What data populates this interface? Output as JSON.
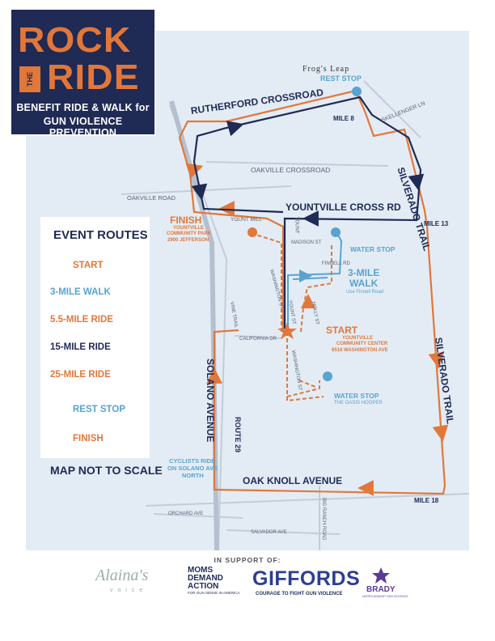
{
  "title": {
    "line1": "ROCK",
    "the": "THE",
    "line2": "RIDE",
    "subtitle1": "BENEFIT RIDE & WALK for",
    "subtitle2": "GUN VIOLENCE PREVENTION"
  },
  "legend": {
    "title": "EVENT ROUTES",
    "start": "START",
    "walk3": "3-MILE WALK",
    "ride55": "5.5-MILE RIDE",
    "ride15": "15-MILE RIDE",
    "ride25": "25-MILE RIDE",
    "rest_stop": "REST STOP",
    "finish": "FINISH",
    "note": "MAP NOT TO SCALE"
  },
  "colors": {
    "navy": "#1f2a55",
    "orange": "#e2773a",
    "blue": "#5aa3cf",
    "map_bg": "#e3ecf4",
    "road": "#c3ccd8"
  },
  "map_labels": {
    "frogs_leap": "Frog's Leap",
    "rest_stop": "REST STOP",
    "rutherford": "RUTHERFORD CROSSROAD",
    "mile8": "MILE 8",
    "skellenger": "SKELLENGER LN",
    "silverado_upper": "SILVERADO TRAIL",
    "oakville_cross": "OAKVILLE CROSSROAD",
    "oakville_road": "OAKVILLE ROAD",
    "yountville_cross": "YOUNTVILLE CROSS RD",
    "mile13": "MILE 13",
    "yount_mill": "YOUNT MILL",
    "yount": "YOUNT",
    "finish_title": "FINISH",
    "finish_sub1": "YOUNTVILLE",
    "finish_sub2": "COMMUNITY PARK",
    "finish_sub3": "2900 JEFFERSON",
    "madison": "MADISON ST",
    "water_stop": "WATER STOP",
    "finnell": "FINNELL RD",
    "washington": "WASHINGTON ST",
    "walk_title1": "3-MILE",
    "walk_title2": "WALK",
    "walk_sub": "Use Finnell Road",
    "yount_st": "YOUNT ST",
    "holly": "HOLLY ST",
    "vine_trail": "VINE TRAIL",
    "start_title": "START",
    "start_sub1": "YOUNTVILLE",
    "start_sub2": "COMMUNITY CENTER",
    "start_sub3": "6516 WASHINGTON AVE",
    "california": "CALIFORNIA DR",
    "washington2": "WASHINGTON ST",
    "water_stop2": "WATER STOP",
    "water_stop2_sub": "THE OASIS HOOPER",
    "silverado_lower": "SILVERADO TRAIL",
    "solano": "SOLANO AVENUE",
    "route29": "ROUTE 29",
    "cyclists1": "CYCLISTS RIDE",
    "cyclists2": "ON SOLANO AVE",
    "cyclists3": "NORTH",
    "oak_knoll": "OAK KNOLL AVENUE",
    "mile18": "MILE 18",
    "orchard": "ORCHARD AVE",
    "big_ranch": "BIG RANCH ROAD",
    "salvador": "SALVADOR AVE"
  },
  "sponsors": {
    "heading": "IN SUPPORT OF:",
    "alainas": "Alaina's",
    "alainas_sub": "v o i c e",
    "moms1": "MOMS",
    "moms2": "DEMAND",
    "moms3": "ACTION",
    "moms_sub": "FOR GUN SENSE IN AMERICA",
    "giffords": "GIFFORDS",
    "giffords_sub": "COURAGE TO FIGHT GUN VIOLENCE",
    "brady": "BRADY",
    "brady_sub": "UNITED AGAINST GUN VIOLENCE"
  }
}
